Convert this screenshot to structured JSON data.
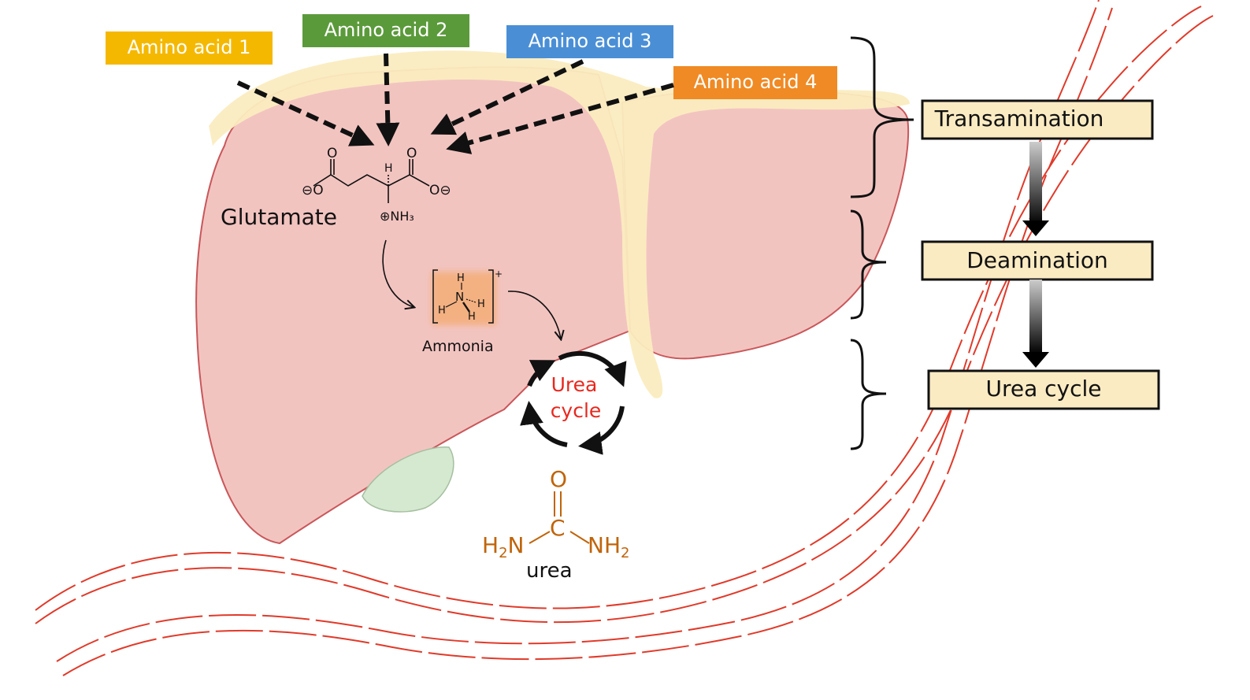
{
  "amino_acids": [
    {
      "label": "Amino acid 1",
      "color": "#F5B800"
    },
    {
      "label": "Amino acid 2",
      "color": "#5B9A3B"
    },
    {
      "label": "Amino acid 3",
      "color": "#4A8FD6"
    },
    {
      "label": "Amino acid 4",
      "color": "#F08A24"
    }
  ],
  "molecules": {
    "glutamate": "Glutamate",
    "ammonia": "Ammonia",
    "urea_cycle_line1": "Urea",
    "urea_cycle_line2": "cycle",
    "urea": "urea"
  },
  "steps": [
    "Transamination",
    "Deamination",
    "Urea cycle"
  ],
  "colors": {
    "liver": "#F2C4C0",
    "liver_outline": "#C9575A",
    "ligament": "#FBECC0",
    "gallbladder": "#D5E8D0",
    "vessel": "#E03A2A",
    "step_box": "#FBEBC3",
    "urea_text": "#E8281E",
    "urea_formula": "#C0640A",
    "ammonia_glow": "#F5A050"
  }
}
